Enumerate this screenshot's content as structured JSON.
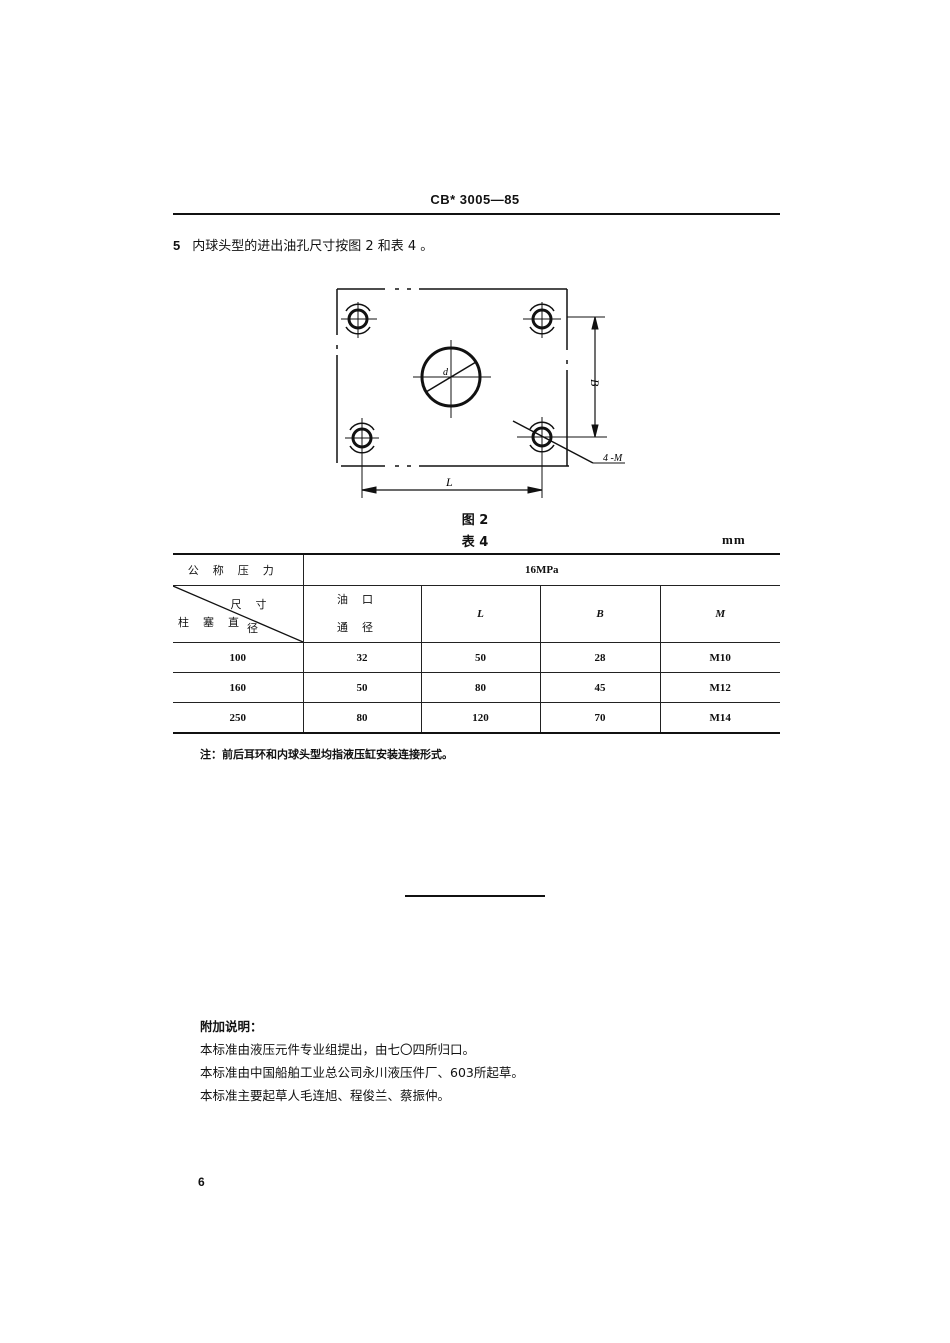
{
  "header": {
    "standard_code": "CB* 3005—85"
  },
  "section": {
    "number": "5",
    "text": "内球头型的进出油孔尺寸按图 2 和表 4 。"
  },
  "figure": {
    "caption": "图 2",
    "labels": {
      "d": "d",
      "B": "B",
      "L": "L",
      "M": "4 -M"
    }
  },
  "table": {
    "caption": "表 4",
    "unit": "mm",
    "pressure_label": "公称压力",
    "pressure_value": "16MPa",
    "diag_top": "尺寸",
    "diag_bottom_a": "柱塞直",
    "diag_bottom_b": "径",
    "oil_port_line1": "油口",
    "oil_port_line2": "通径",
    "columns": [
      "L",
      "B",
      "M"
    ],
    "rows": [
      {
        "plunger_diameter": "100",
        "oil_port": "32",
        "L": "50",
        "B": "28",
        "M": "M10"
      },
      {
        "plunger_diameter": "160",
        "oil_port": "50",
        "L": "80",
        "B": "45",
        "M": "M12"
      },
      {
        "plunger_diameter": "250",
        "oil_port": "80",
        "L": "120",
        "B": "70",
        "M": "M14"
      }
    ]
  },
  "note": "注：前后耳环和内球头型均指液压缸安装连接形式。",
  "additional": {
    "title": "附加说明：",
    "lines": [
      "本标准由液压元件专业组提出，由七〇四所归口。",
      "本标准由中国船舶工业总公司永川液压件厂、603所起草。",
      "本标准主要起草人毛连旭、程俊兰、蔡振仲。"
    ]
  },
  "page_number": "6"
}
